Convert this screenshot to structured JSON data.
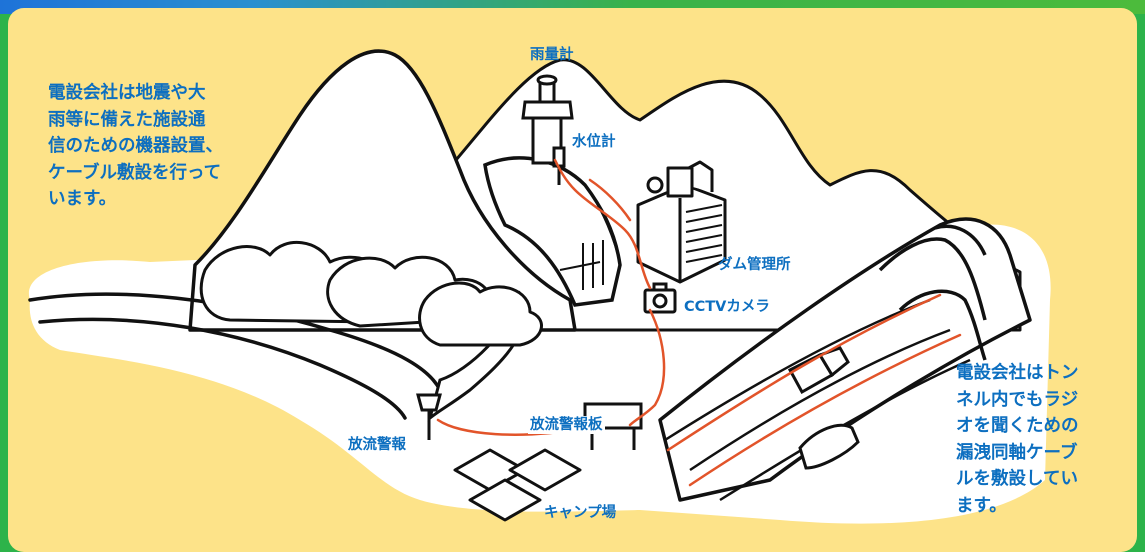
{
  "colors": {
    "frame_green": "#2db34a",
    "frame_blue": "#1e73d8",
    "panel_yellow": "#fde389",
    "text_blue": "#0d6fc0",
    "cable_red": "#e2542a",
    "ink": "#111111",
    "paper": "#ffffff"
  },
  "notes": {
    "dam_facilities": {
      "lines": [
        "電設会社は地震や大",
        "雨等に備えた施設通",
        "信のための機器設置、",
        "ケーブル敷設を行って",
        "います。"
      ]
    },
    "tunnel_radio": {
      "lines": [
        "電設会社はトン",
        "ネル内でもラジ",
        "オを聞くための",
        "漏洩同軸ケーブ",
        "ルを敷設してい",
        "ます。"
      ]
    }
  },
  "labels": {
    "rain_gauge": "雨量計",
    "water_level_gauge": "水位計",
    "dam_office": "ダム管理所",
    "cctv_camera": "CCTVカメラ",
    "discharge_warning": "放流警報",
    "discharge_warning_board": "放流警報板",
    "campsite": "キャンプ場"
  }
}
